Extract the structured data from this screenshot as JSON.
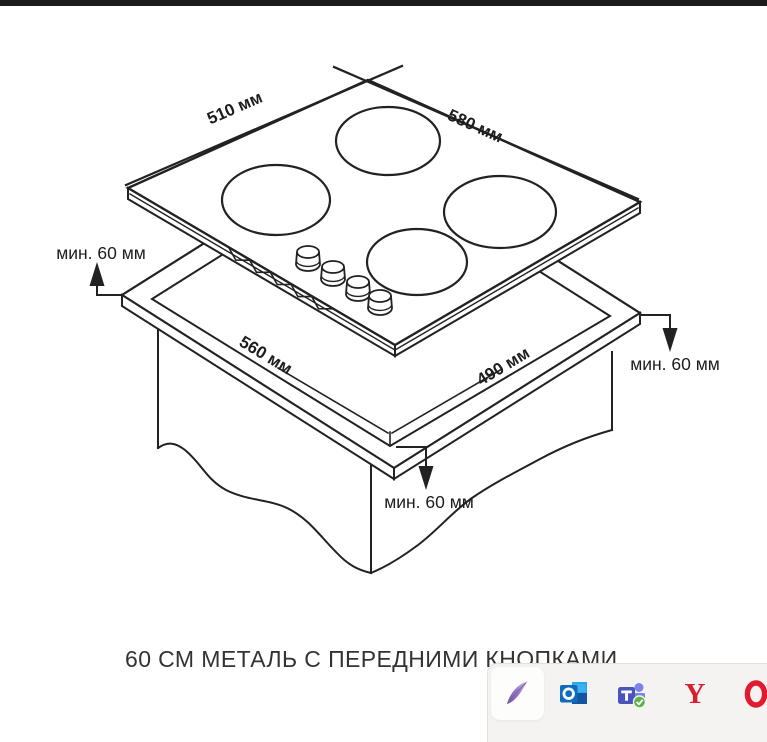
{
  "page": {
    "background": "#ffffff",
    "top_bar_color": "#1b1b1b"
  },
  "diagram": {
    "type": "cooktop installation drawing, isometric line art",
    "line_color": "#222222",
    "dimensions": {
      "hob_width": "510 мм",
      "hob_depth": "580 мм",
      "cutout_width": "560 мм",
      "cutout_depth": "490 мм"
    },
    "clearances": {
      "left": "мин. 60 мм",
      "right": "мин. 60 мм",
      "front": "мин. 60 мм"
    },
    "features": [
      "4 burner circles",
      "4 front control knobs",
      "serrated front trim",
      "countertop cutout",
      "cabinet with torn-edge bottom"
    ]
  },
  "caption": {
    "text": "60 СМ МЕТАЛЬ С ПЕРЕДНИМИ КНОПКАМИ",
    "color": "#333333"
  },
  "dock": {
    "background": "#f5f3f1",
    "yandex_letter": "Y",
    "icons": [
      {
        "name": "quill-app",
        "state": "highlighted"
      },
      {
        "name": "outlook"
      },
      {
        "name": "teams"
      },
      {
        "name": "yandex"
      },
      {
        "name": "opera"
      }
    ],
    "colors": {
      "outlook_blue": "#0f6cbd",
      "outlook_light_blue": "#28a8ea",
      "teams_purple": "#4b53bc",
      "teams_light_purple": "#7b83eb",
      "teams_badge_green": "#5fb246",
      "yandex_red": "#d6202f",
      "opera_red": "#e11b2e",
      "quill_purple": "#8a6fb8"
    }
  }
}
